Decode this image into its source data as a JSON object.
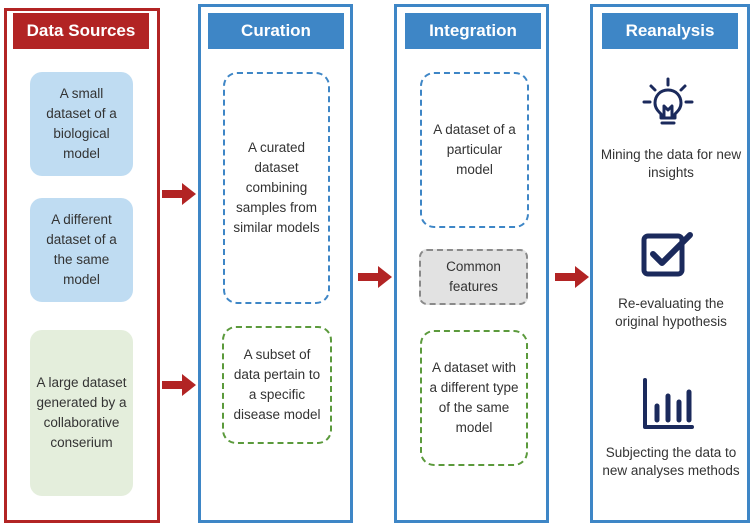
{
  "colors": {
    "red": "#b22424",
    "blue": "#3e86c6",
    "navy": "#1b2a5c",
    "light_blue_fill": "#bfdcf2",
    "light_green_fill": "#e4eedc",
    "gray_fill": "#e2e2e2",
    "green_dash": "#5b9a3c"
  },
  "data_sources": {
    "title": "Data Sources",
    "items": [
      "A small dataset of a biological model",
      "A different dataset of a the same model",
      "A large dataset generated by a collaborative conserium"
    ]
  },
  "curation": {
    "title": "Curation",
    "items": [
      "A curated dataset combining samples from similar models",
      "A subset of data pertain to a specific disease model"
    ]
  },
  "integration": {
    "title": "Integration",
    "items": [
      "A dataset of a particular model",
      "Common features",
      "A dataset with a different type of the same model"
    ]
  },
  "reanalysis": {
    "title": "Reanalysis",
    "items": [
      {
        "icon": "lightbulb-icon",
        "label": "Mining the data for new insights"
      },
      {
        "icon": "checkbox-icon",
        "label": "Re-evaluating the original hypothesis"
      },
      {
        "icon": "bar-chart-icon",
        "label": "Subjecting the data to new analyses methods"
      }
    ]
  }
}
